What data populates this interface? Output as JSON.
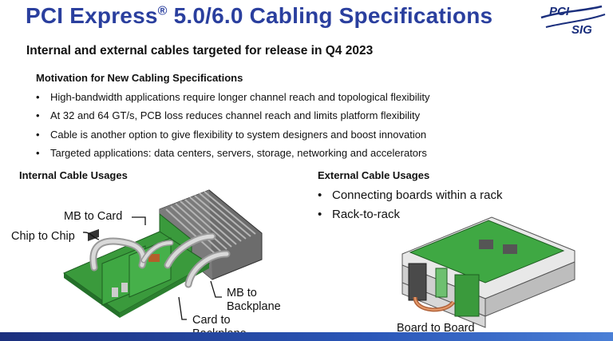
{
  "title": {
    "main": "PCI Express",
    "reg": "®",
    "rest": " 5.0/6.0 Cabling Specifications"
  },
  "logo": {
    "top": "PCI",
    "bottom": "SIG"
  },
  "subtitle": "Internal and external cables targeted for release in Q4 2023",
  "motivation": {
    "heading": "Motivation for New Cabling Specifications",
    "bullets": [
      "High-bandwidth applications require longer channel reach and topological flexibility",
      "At 32 and 64 GT/s, PCB loss reduces channel reach and limits platform flexibility",
      "Cable is another option to give flexibility to system designers and boost innovation",
      "Targeted applications: data centers, servers, storage, networking and accelerators"
    ]
  },
  "internal": {
    "heading": "Internal Cable Usages",
    "labels": {
      "mb_to_card": "MB to Card",
      "chip_to_chip": "Chip to Chip",
      "mb_to_backplane_1": "MB to",
      "mb_to_backplane_2": "Backplane",
      "card_to_backplane_1": "Card to",
      "card_to_backplane_2": "Backplane"
    }
  },
  "external": {
    "heading": "External Cable Usages",
    "bullets": [
      "Connecting boards within a rack",
      "Rack-to-rack"
    ],
    "label": "Board to Board"
  },
  "bullet_glyph": "•",
  "colors": {
    "title": "#2a3f9e",
    "pcb": "#3a9a3c",
    "footer": "#1b2f7d"
  }
}
